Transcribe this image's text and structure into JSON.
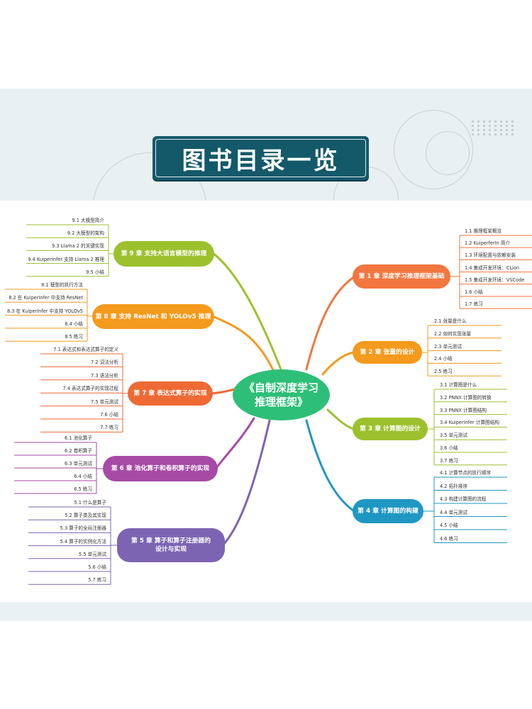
{
  "page_title": "图书目录一览",
  "center": {
    "line1": "《自制深度学习",
    "line2": "推理框架》"
  },
  "colors": {
    "ch1": "#f2763f",
    "ch2": "#f49a1c",
    "ch3": "#9cc12d",
    "ch4": "#1f97c3",
    "ch5": "#7d64b3",
    "ch6": "#a64aa6",
    "ch7": "#ee6a34",
    "ch8": "#f49a1c",
    "ch9": "#9cc12d",
    "center": "#2dbf77",
    "title_bg": "#14596a"
  },
  "chapters": [
    {
      "id": "ch1",
      "title": "第 1 章 深度学习推理框架基础",
      "sections": [
        "1.1 推理框架概览",
        "1.2 KuiperferIn 简介",
        "1.3 环境配置与依赖安装",
        "1.4 集成开发环境：CLion",
        "1.5 集成开发环境：VSCode",
        "1.6 小结",
        "1.7 练习"
      ]
    },
    {
      "id": "ch2",
      "title": "第 2 章 张量的设计",
      "sections": [
        "2.1 张量是什么",
        "2.2 如何实现张量",
        "2.3 单元测试",
        "2.4 小结",
        "2.5 练习"
      ]
    },
    {
      "id": "ch3",
      "title": "第 3 章 计算图的设计",
      "sections": [
        "3.1 计算图是什么",
        "3.2 PNNX 计算图的转换",
        "3.3 PNNX 计算图结构",
        "3.4 KuiperInfer 计算图结构",
        "3.5 单元测试",
        "3.6 小结",
        "3.7 练习"
      ]
    },
    {
      "id": "ch4",
      "title": "第 4 章 计算图的构建",
      "sections": [
        "4.1 计算节点的执行顺序",
        "4.2 拓扑排序",
        "4.3 构建计算图的流程",
        "4.4 单元测试",
        "4.5 小结",
        "4.6 练习"
      ]
    },
    {
      "id": "ch5",
      "title_line1": "第 5 章 算子和算子注册器的",
      "title_line2": "设计与实现",
      "sections": [
        "5.1 什么是算子",
        "5.2 算子类及其实现",
        "5.3 算子的全局注册器",
        "5.4 算子的实例化方法",
        "5.5 单元测试",
        "5.6 小结",
        "5.7 练习"
      ]
    },
    {
      "id": "ch6",
      "title": "第 6 章 池化算子和卷积算子的实现",
      "sections": [
        "6.1 池化算子",
        "6.2 卷积算子",
        "6.3 单元测试",
        "6.4 小结",
        "6.5 练习"
      ]
    },
    {
      "id": "ch7",
      "title": "第 7 章 表达式算子的实现",
      "sections": [
        "7.1 表达式和表达式算子的定义",
        "7.2 词法分析",
        "7.3 语法分析",
        "7.4 表达式算子的实现过程",
        "7.5 单元测试",
        "7.6 小结",
        "7.7 练习"
      ]
    },
    {
      "id": "ch8",
      "title": "第 8 章 支持 ResNet 和 YOLOv5 推理",
      "sections": [
        "8.1 模型的执行方法",
        "8.2 在 KuiperInfer 中支持 ResNet",
        "8.3 在 KuiperInfer 中支持 YOLOv5",
        "8.4 小结",
        "8.5 练习"
      ]
    },
    {
      "id": "ch9",
      "title": "第 9 章 支持大语言模型的推理",
      "sections": [
        "9.1 大模型简介",
        "9.2 大模型的架构",
        "9.3 Llama 2 的关键实现",
        "9.4 KuiperInfer 支持 Llama 2 推理",
        "9.5 小结"
      ]
    }
  ]
}
